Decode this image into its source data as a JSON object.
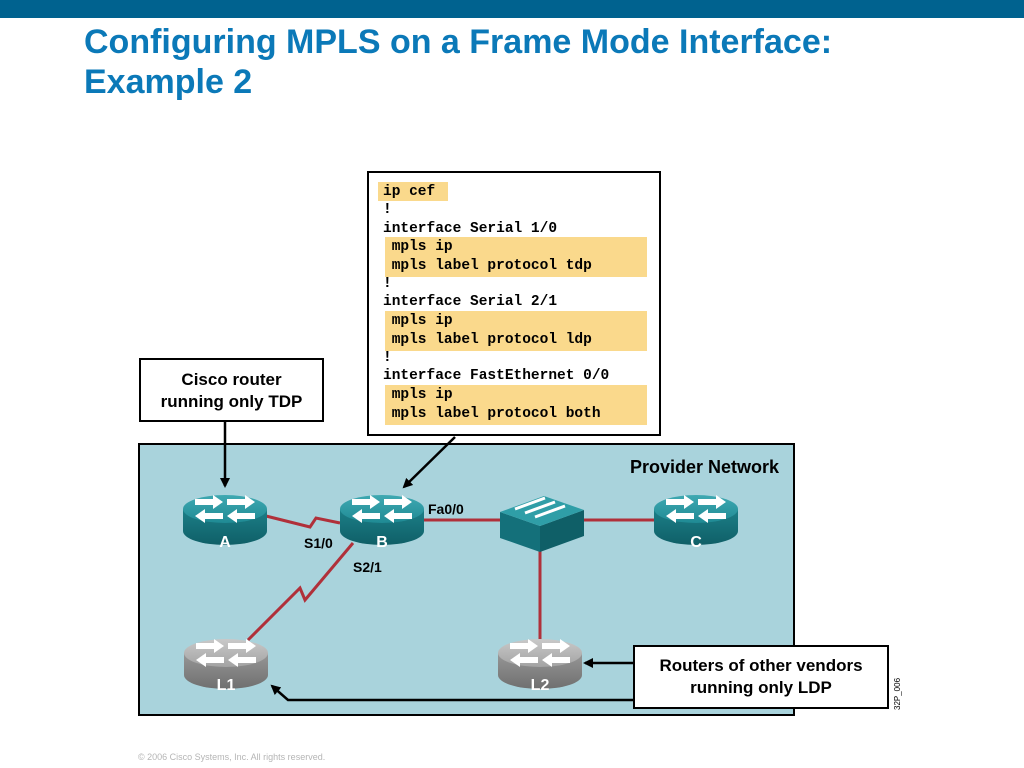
{
  "title": {
    "line1": "Configuring MPLS on a Frame Mode Interface:",
    "line2": "Example 2"
  },
  "config": {
    "lines": [
      "ip cef",
      "!",
      "interface Serial 1/0",
      " mpls ip",
      " mpls label protocol tdp",
      "!",
      "interface Serial 2/1",
      " mpls ip",
      " mpls label protocol ldp",
      "!",
      "interface FastEthernet 0/0",
      " mpls ip",
      " mpls label protocol both"
    ]
  },
  "callouts": {
    "tdp": {
      "line1": "Cisco router",
      "line2": "running only TDP"
    },
    "ldp": {
      "line1": "Routers of other vendors",
      "line2": "running only LDP"
    }
  },
  "network": {
    "label": "Provider Network",
    "routers": {
      "a": "A",
      "b": "B",
      "c": "C",
      "l1": "L1",
      "l2": "L2"
    },
    "interfaces": {
      "s10": "S1/0",
      "s21": "S2/1",
      "fa00": "Fa0/0"
    }
  },
  "colors": {
    "title": "#0b79b8",
    "topbar": "#00628f",
    "network_bg": "#a9d3dc",
    "cisco_router": "#1f8a94",
    "other_router": "#9a9a9a",
    "link": "#b0303a",
    "highlight": "#fad98c"
  },
  "figure_id": "32P_006",
  "footer": "© 2006 Cisco Systems, Inc. All rights reserved."
}
